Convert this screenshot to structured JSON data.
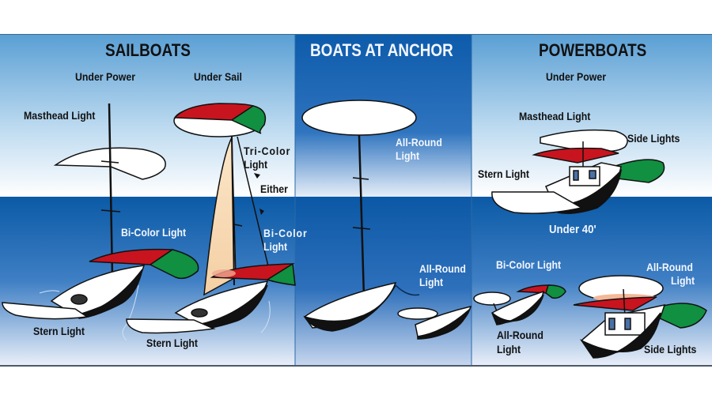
{
  "sections": {
    "sailboats": {
      "title": "SAILBOATS",
      "under_power": {
        "subtitle": "Under Power",
        "masthead_light": "Masthead Light",
        "bicolor_light": "Bi-Color Light",
        "stern_light": "Stern Light"
      },
      "under_sail": {
        "subtitle": "Under Sail",
        "tricolor_light_line1": "Tri-Color",
        "tricolor_light_line2": "Light",
        "either": "Either",
        "bicolor_light_line1": "Bi-Color",
        "bicolor_light_line2": "Light",
        "stern_light": "Stern Light"
      }
    },
    "anchor": {
      "title": "BOATS AT ANCHOR",
      "all_round_light_top_line1": "All-Round",
      "all_round_light_top_line2": "Light",
      "all_round_light_small_line1": "All-Round",
      "all_round_light_small_line2": "Light"
    },
    "powerboats": {
      "title": "POWERBOATS",
      "under_power": {
        "subtitle": "Under Power",
        "masthead_light": "Masthead Light",
        "side_lights": "Side Lights",
        "stern_light": "Stern Light"
      },
      "under_40": {
        "subtitle": "Under 40'",
        "bicolor_light": "Bi-Color Light",
        "all_round_light_left_line1": "All-Round",
        "all_round_light_left_line2": "Light",
        "all_round_light_right_line1": "All-Round",
        "all_round_light_right_line2": "Light",
        "side_lights": "Side Lights"
      }
    }
  },
  "colors": {
    "sky_top": "#5a9fd4",
    "sky_bottom": "#ffffff",
    "water_top": "#0b5aa6",
    "water_bottom": "#e8eef8",
    "anchor_panel_top": "#0d5bab",
    "port_red": "#c8141e",
    "starboard_green": "#109040",
    "white_light": "#ffffff",
    "sail": "#f8dcb8"
  }
}
